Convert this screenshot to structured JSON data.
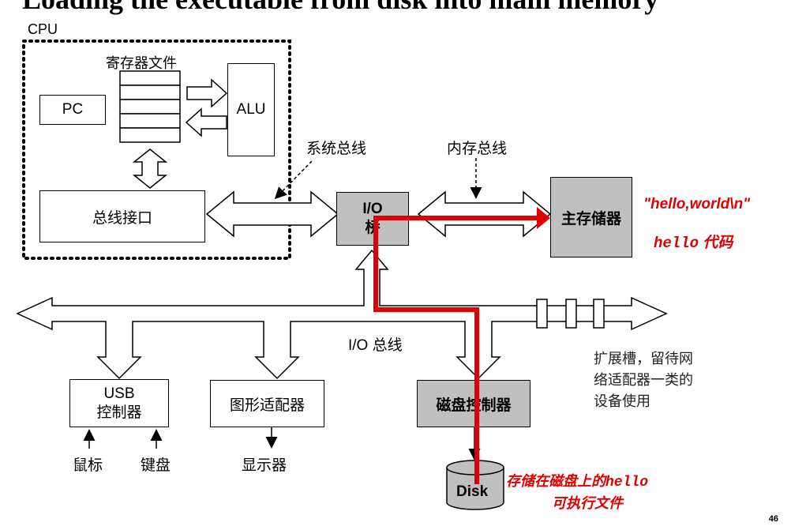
{
  "title": "Loading the executable from disk into main memory",
  "cpu": {
    "label": "CPU",
    "register_file": "寄存器文件",
    "pc": "PC",
    "alu": "ALU",
    "bus_interface": "总线接口"
  },
  "buses": {
    "system_bus": "系统总线",
    "memory_bus": "内存总线",
    "io_bus": "I/O 总线"
  },
  "io_bridge": {
    "line1": "I/O",
    "line2": "桥"
  },
  "main_memory": "主存储器",
  "annotations": {
    "hello_world": "\"hello,world\\n\"",
    "hello_code_word": "hello",
    "hello_code_suffix": " 代码",
    "disk_line1_prefix": "存储在磁盘上的",
    "disk_line1_word": "hello",
    "disk_line2": "可执行文件",
    "expansion": [
      "扩展槽，留待网",
      "络适配器一类的",
      "设备使用"
    ]
  },
  "devices": {
    "usb": {
      "line1": "USB",
      "line2": "控制器"
    },
    "graphics": "图形适配器",
    "disk_controller": "磁盘控制器",
    "mouse": "鼠标",
    "keyboard": "键盘",
    "display": "显示器",
    "disk": "Disk"
  },
  "page_number": "46",
  "colors": {
    "highlight": "#e00000",
    "grey_box": "#c0c0c0"
  }
}
